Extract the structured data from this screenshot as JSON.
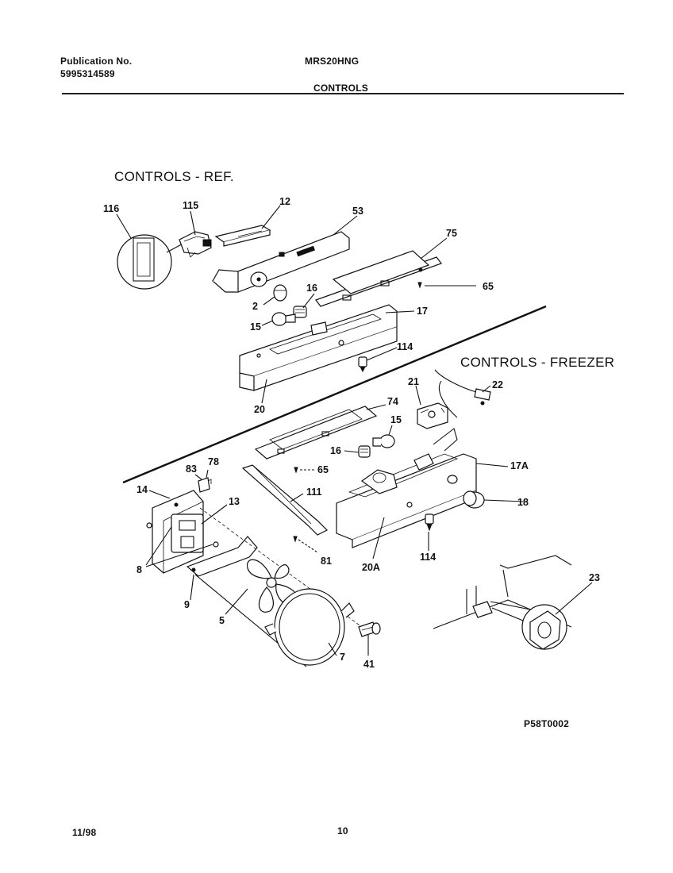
{
  "header": {
    "publication_label": "Publication No.",
    "publication_number": "5995314589",
    "model": "MRS20HNG",
    "section": "CONTROLS"
  },
  "sections": {
    "ref_title": "CONTROLS - REF.",
    "freezer_title": "CONTROLS - FREEZER"
  },
  "callouts": {
    "c116": "116",
    "c115": "115",
    "c12": "12",
    "c53": "53",
    "c75": "75",
    "c65a": "65",
    "c2": "2",
    "c16a": "16",
    "c15a": "15",
    "c17": "17",
    "c114a": "114",
    "c20": "20",
    "c21": "21",
    "c22": "22",
    "c74": "74",
    "c15b": "15",
    "c16b": "16",
    "c65b": "65",
    "c83": "83",
    "c78": "78",
    "c17a": "17A",
    "c14": "14",
    "c111": "111",
    "c13": "13",
    "c18": "18",
    "c8": "8",
    "c81": "81",
    "c20a": "20A",
    "c114b": "114",
    "c9": "9",
    "c5": "5",
    "c23": "23",
    "c41": "41",
    "c7": "7"
  },
  "footer": {
    "drawing_code": "P58T0002",
    "date": "11/98",
    "page": "10"
  }
}
